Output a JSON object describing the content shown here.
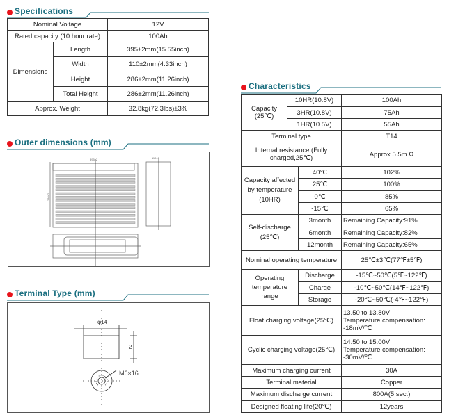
{
  "sections": {
    "specifications": "Specifications",
    "outer_dimensions": "Outer dimensions  (mm)",
    "terminal_type": "Terminal Type (mm)",
    "characteristics": "Characteristics"
  },
  "colors": {
    "accent_dot": "#e8141c",
    "heading": "#1b6f80"
  },
  "specs": {
    "nominal_voltage_label": "Nominal Voltage",
    "nominal_voltage": "12V",
    "rated_capacity_label": "Rated capacity (10 hour rate)",
    "rated_capacity": "100Ah",
    "dimensions_label": "Dimensions",
    "length_label": "Length",
    "length": "395±2mm(15.55inch)",
    "width_label": "Width",
    "width": "110±2mm(4.33inch)",
    "height_label": "Height",
    "height": "286±2mm(11.26inch)",
    "total_height_label": "Total Height",
    "total_height": "286±2mm(11.26inch)",
    "weight_label": "Approx. Weight",
    "weight": "32.8kg(72.3lbs)±3%"
  },
  "outer": {
    "length_dim": "395±2",
    "width_dim": "110±2",
    "height_dim": "286±2"
  },
  "terminal": {
    "diameter": "φ14",
    "height": "2",
    "bolt": "M6×16"
  },
  "chars": {
    "capacity_label": "Capacity (25℃)",
    "capacity": [
      {
        "rate": "10HR(10.8V)",
        "value": "100Ah"
      },
      {
        "rate": "3HR(10.8V)",
        "value": "75Ah"
      },
      {
        "rate": "1HR(10.5V)",
        "value": "55Ah"
      }
    ],
    "terminal_type_label": "Terminal type",
    "terminal_type": "T14",
    "internal_resistance_label": "Internal resistance (Fully charged,25℃)",
    "internal_resistance": "Approx.5.5m Ω",
    "temp_capacity_label": "Capacity affected by temperature (10HR)",
    "temp_capacity": [
      {
        "temp": "40℃",
        "value": "102%"
      },
      {
        "temp": "25℃",
        "value": "100%"
      },
      {
        "temp": "0℃",
        "value": "85%"
      },
      {
        "temp": "-15℃",
        "value": "65%"
      }
    ],
    "self_discharge_label": "Self-discharge (25℃)",
    "self_discharge": [
      {
        "period": "3month",
        "value": "Remaining Capacity:91%"
      },
      {
        "period": "6month",
        "value": "Remaining Capacity:82%"
      },
      {
        "period": "12month",
        "value": "Remaining Capacity:65%"
      }
    ],
    "nominal_op_temp_label": "Nominal operating temperature",
    "nominal_op_temp": "25℃±3℃(77℉±5℉)",
    "op_range_label": "Operating temperature range",
    "op_range": [
      {
        "mode": "Discharge",
        "value": "-15℃~50℃(5℉~122℉)"
      },
      {
        "mode": "Charge",
        "value": "-10℃~50℃(14℉~122℉)"
      },
      {
        "mode": "Storage",
        "value": "-20℃~50℃(-4℉~122℉)"
      }
    ],
    "float_label": "Float charging voltage(25℃)",
    "float_voltage": "13.50 to 13.80V",
    "float_comp": "Temperature compensation:",
    "float_comp_value": "-18mV/℃",
    "cyclic_label": "Cyclic charging voltage(25℃)",
    "cyclic_voltage": "14.50 to 15.00V",
    "cyclic_comp": "Temperature compensation:",
    "cyclic_comp_value": "-30mV/℃",
    "max_charge_label": "Maximum charging current",
    "max_charge": "30A",
    "terminal_material_label": "Terminal material",
    "terminal_material": "Copper",
    "max_discharge_label": "Maximum discharge current",
    "max_discharge": "800A(5 sec.)",
    "float_life_label": "Designed floating life(20℃)",
    "float_life": "12years"
  }
}
